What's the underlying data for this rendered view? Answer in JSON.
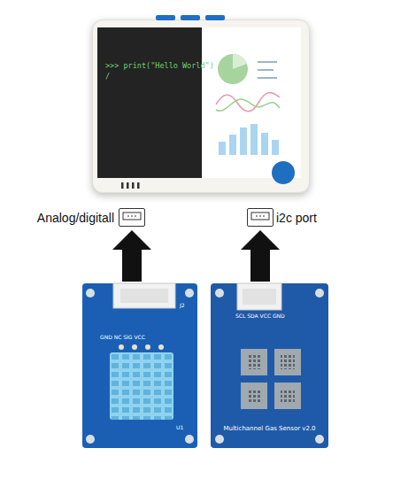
{
  "diagram": {
    "nodes": [
      {
        "text": [
          ">>> print(\"Hello World\")",
          "/"
        ]
      },
      {
        "text": [
          "Analog/digitall"
        ]
      },
      {
        "text": [
          "i2c port"
        ]
      },
      {
        "text": [
          "J2",
          "GND NC SIG VCC",
          "U1"
        ]
      },
      {
        "text": [
          "SCL SDA VCC GND",
          "Multichannel Gas Sensor v2.0"
        ]
      }
    ],
    "edges": [
      {
        "from": 3,
        "to": 1,
        "arrow": "to"
      },
      {
        "from": 4,
        "to": 2,
        "arrow": "to"
      }
    ]
  }
}
